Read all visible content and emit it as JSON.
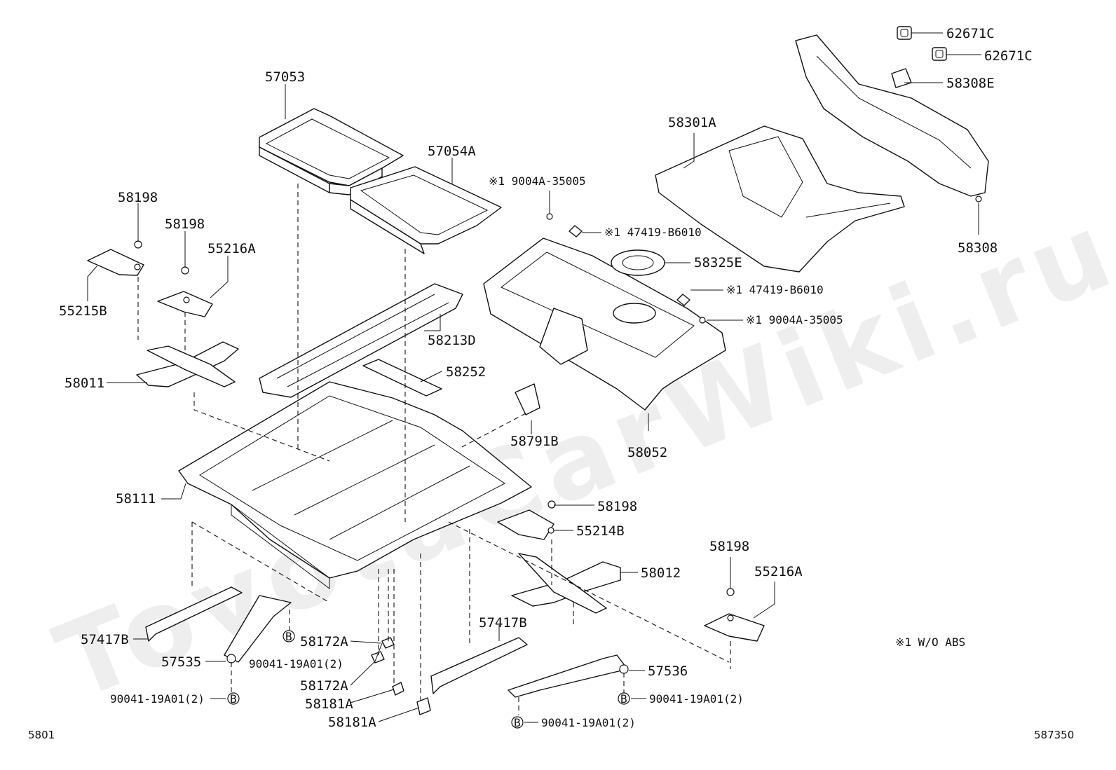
{
  "watermark": "ToyotaCarWiki.ru",
  "labels": {
    "p57053": "57053",
    "p57054a": "57054A",
    "p58198_a": "58198",
    "p58198_b": "58198",
    "p55216a_a": "55216A",
    "p55215b": "55215B",
    "p58011": "58011",
    "p58213d": "58213D",
    "p58252": "58252",
    "p58111": "58111",
    "p58791b": "58791B",
    "p58052": "58052",
    "p9004a_top": "※1 9004A-35005",
    "p47419_top": "※1 47419-B6010",
    "p58325e": "58325E",
    "p47419_mid": "※1 47419-B6010",
    "p9004a_mid": "※1 9004A-35005",
    "p58301a": "58301A",
    "p62671c_a": "62671C",
    "p62671c_b": "62671C",
    "p58308e": "58308E",
    "p58308": "58308",
    "p58198_c": "58198",
    "p55214b": "55214B",
    "p58012": "58012",
    "p58198_d": "58198",
    "p55216a_b": "55216A",
    "p57417b_a": "57417B",
    "p57535": "57535",
    "p90041_a": "90041-19A01(2)",
    "p58172a_a": "58172A",
    "p58172a_b": "58172A",
    "p90041_b": "90041-19A01(2)",
    "p58181a_a": "58181A",
    "p58181a_b": "58181A",
    "p57417b_b": "57417B",
    "p57536": "57536",
    "p90041_c": "90041-19A01(2)",
    "p90041_d": "90041-19A01(2)",
    "note": "※1 W/O ABS",
    "b_marker": "B"
  },
  "footer": {
    "left_code": "5801",
    "right_code": "587350"
  }
}
